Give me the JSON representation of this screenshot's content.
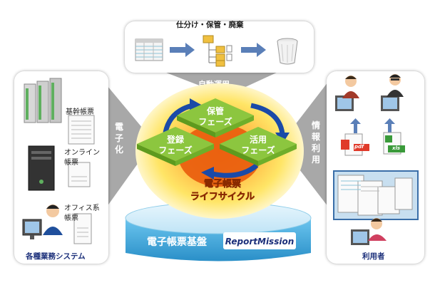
{
  "top_panel": {
    "title": "仕分け・保管・廃棄",
    "caption": "自動運用"
  },
  "left_panel": {
    "caption": "各種業務システム",
    "items": [
      "基幹帳票",
      "オンライン帳票",
      "オフィス系帳票"
    ],
    "arrow_label": "電子化"
  },
  "right_panel": {
    "caption": "利用者",
    "arrow_label": "情報利用",
    "file_badges": [
      "pdf",
      "xls"
    ]
  },
  "cycle": {
    "phases": [
      {
        "line1": "保管",
        "line2": "フェーズ"
      },
      {
        "line1": "登録",
        "line2": "フェーズ"
      },
      {
        "line1": "活用",
        "line2": "フェーズ"
      }
    ],
    "center_line1": "電子帳票",
    "center_line2": "ライフサイクル"
  },
  "base": {
    "label": "電子帳票基盤",
    "logo": "ReportMission"
  },
  "colors": {
    "phase_green": "#8cc63f",
    "phase_green_dark": "#5e9a1e",
    "center_orange": "#e95b0c",
    "glow_yellow": "#ffe566",
    "arrow_blue": "#1a4aa8",
    "flow_arrow": "#5a7fb8",
    "base_blue": "#39a9dc",
    "connector_gray": "#9a9a9a"
  }
}
